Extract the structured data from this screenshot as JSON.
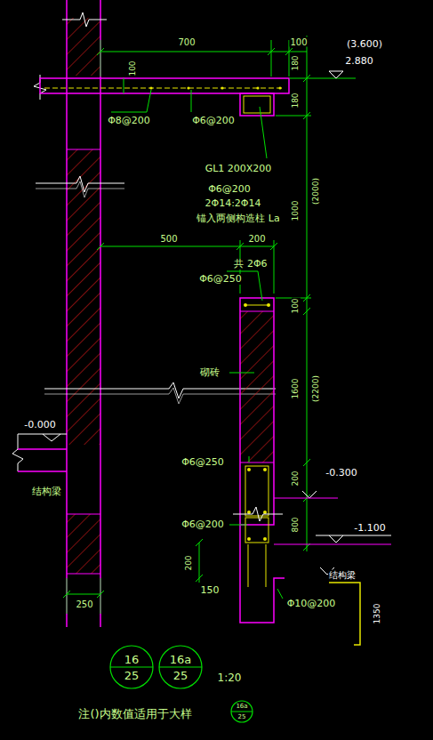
{
  "diagram": {
    "nodes": [
      {
        "text": [
          "16",
          "25"
        ]
      },
      {
        "text": [
          "16a",
          "25"
        ]
      },
      {
        "text": [
          "16a",
          "25"
        ]
      }
    ],
    "labels": [
      "700",
      "100",
      "100",
      "180",
      "(3.600)",
      "2.880",
      "180",
      "Φ8@200",
      "Φ6@200",
      "GL1 200X200",
      "Φ6@200",
      "2Φ14:2Φ14",
      "锚入两侧构造柱 La",
      "1000",
      "(2000)",
      "500",
      "200",
      "共 2Φ6",
      "Φ6@250",
      "100",
      "砌砖",
      "1600",
      "(2200)",
      "-0.000",
      "结构梁",
      "Φ6@250",
      "200",
      "-0.300",
      "800",
      "Φ6@200",
      "-1.100",
      "200",
      "结构梁",
      "150",
      "Φ10@200",
      "1350",
      "250",
      "1:20",
      "注()内数值适用于大样"
    ]
  }
}
